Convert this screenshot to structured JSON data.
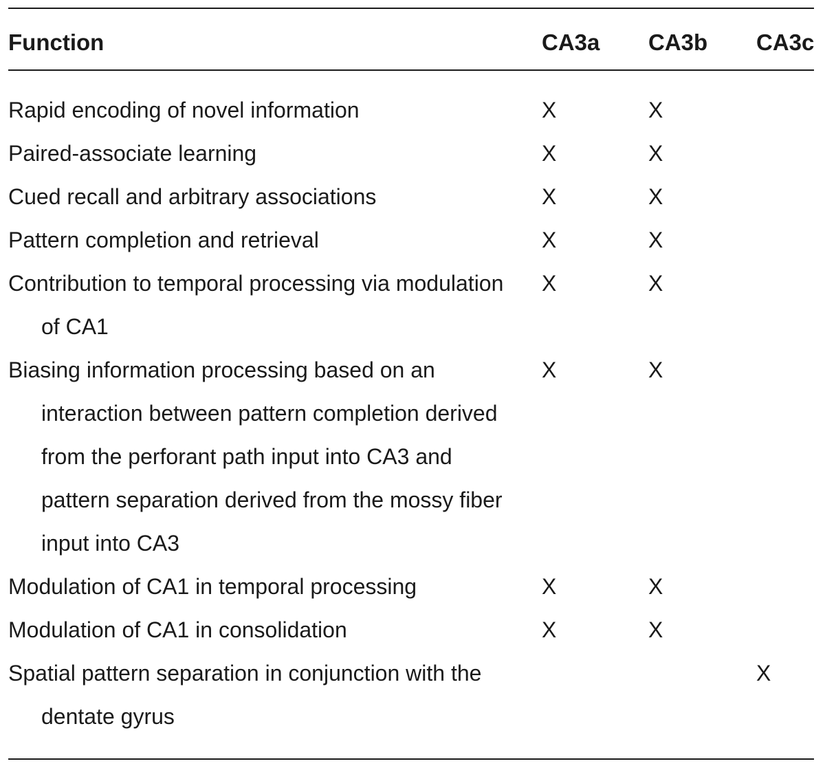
{
  "table": {
    "headers": {
      "function": "Function",
      "ca3a": "CA3a",
      "ca3b": "CA3b",
      "ca3c": "CA3c"
    },
    "rows": [
      {
        "function": "Rapid encoding of novel information",
        "ca3a": "X",
        "ca3b": "X",
        "ca3c": ""
      },
      {
        "function": "Paired-associate learning",
        "ca3a": "X",
        "ca3b": "X",
        "ca3c": ""
      },
      {
        "function": "Cued recall and arbitrary associations",
        "ca3a": "X",
        "ca3b": "X",
        "ca3c": ""
      },
      {
        "function": "Pattern completion and retrieval",
        "ca3a": "X",
        "ca3b": "X",
        "ca3c": ""
      },
      {
        "function": "Contribution to temporal processing via modulation of CA1",
        "ca3a": "X",
        "ca3b": "X",
        "ca3c": ""
      },
      {
        "function": "Biasing information processing based on an interaction between pattern completion derived from the perforant path input into CA3 and pattern separation derived from the mossy fiber input into CA3",
        "ca3a": "X",
        "ca3b": "X",
        "ca3c": ""
      },
      {
        "function": "Modulation of CA1 in temporal processing",
        "ca3a": "X",
        "ca3b": "X",
        "ca3c": ""
      },
      {
        "function": "Modulation of CA1 in consolidation",
        "ca3a": "X",
        "ca3b": "X",
        "ca3c": ""
      },
      {
        "function": "Spatial pattern separation in conjunction with the dentate gyrus",
        "ca3a": "",
        "ca3b": "",
        "ca3c": "X"
      }
    ]
  }
}
